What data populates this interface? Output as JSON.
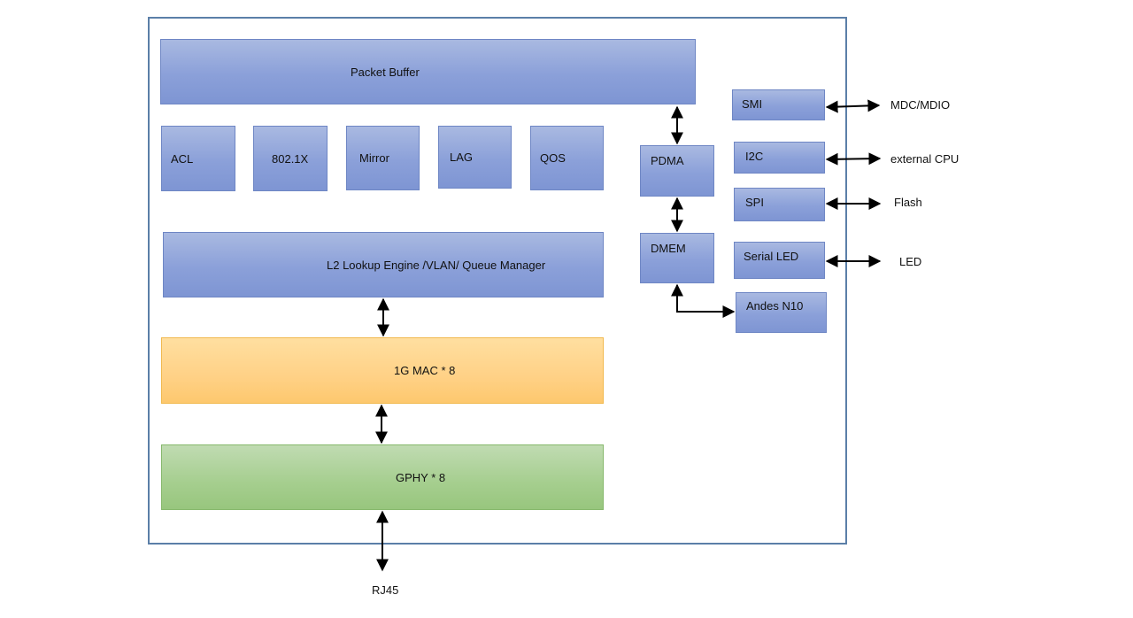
{
  "blocks": {
    "packet_buffer": "Packet Buffer",
    "acl": "ACL",
    "dot1x": "802.1X",
    "mirror": "Mirror",
    "lag": "LAG",
    "qos": "QOS",
    "l2_engine": "L2 Lookup Engine /VLAN/ Queue Manager",
    "mac": "1G MAC * 8",
    "gphy": "GPHY * 8",
    "pdma": "PDMA",
    "dmem": "DMEM",
    "andes": "Andes N10",
    "smi": "SMI",
    "i2c": "I2C",
    "spi": "SPI",
    "serial_led": "Serial LED"
  },
  "external": {
    "mdc_mdio": "MDC/MDIO",
    "external_cpu": "external CPU",
    "flash": "Flash",
    "led": "LED",
    "rj45": "RJ45"
  },
  "colors": {
    "frame": "#5b7fa8",
    "blue_block": "#8ba0d9",
    "mac_block": "#ffd186",
    "phy_block": "#a5ce8e",
    "arrow": "#000000"
  }
}
